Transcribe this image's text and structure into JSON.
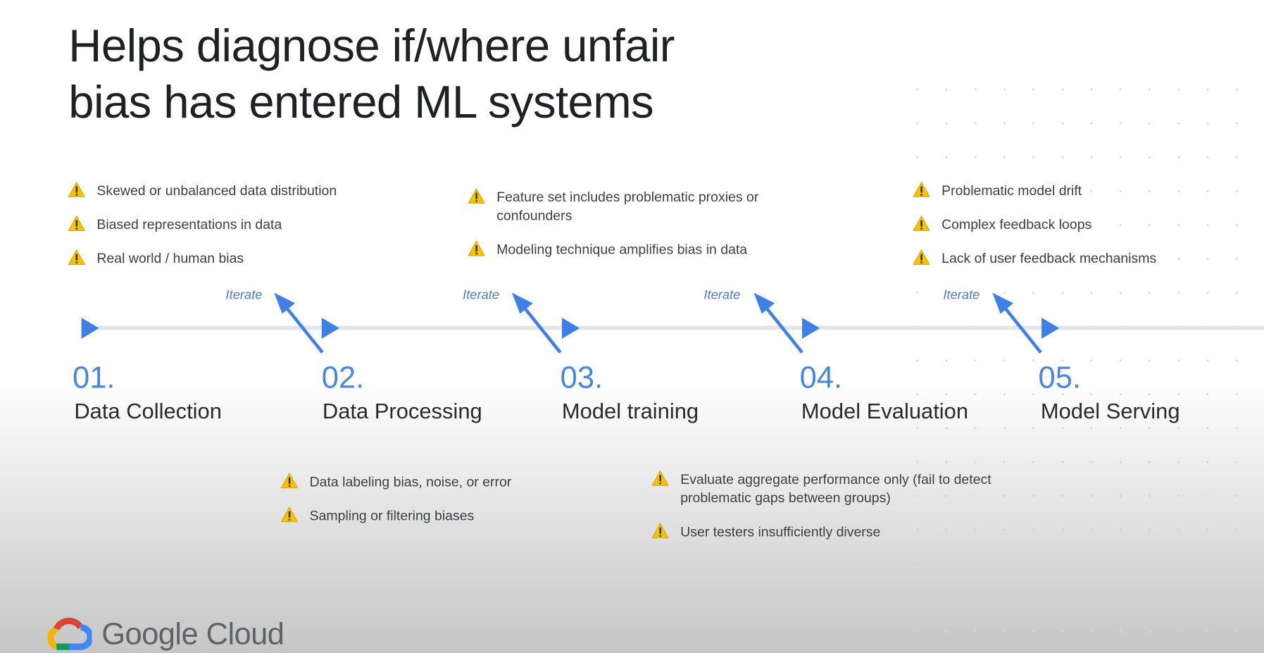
{
  "title": {
    "line1": "Helps diagnose if/where unfair",
    "line2": "bias has entered ML systems"
  },
  "stages": [
    {
      "number": "01.",
      "name": "Data Collection"
    },
    {
      "number": "02.",
      "name": "Data Processing"
    },
    {
      "number": "03.",
      "name": "Model training"
    },
    {
      "number": "04.",
      "name": "Model Evaluation"
    },
    {
      "number": "05.",
      "name": "Model Serving"
    }
  ],
  "iterate_label": "Iterate",
  "risks": {
    "data_collection": [
      "Skewed or unbalanced data distribution",
      "Biased representations in data",
      "Real world / human bias"
    ],
    "data_processing": [
      "Data labeling bias, noise, or error",
      "Sampling or filtering biases"
    ],
    "model_training": [
      "Feature set includes problematic proxies or confounders",
      "Modeling technique amplifies bias in data"
    ],
    "model_evaluation": [
      "Evaluate aggregate performance only (fail to detect problematic gaps between groups)",
      "User testers insufficiently diverse"
    ],
    "model_serving": [
      "Problematic model drift",
      "Complex feedback loops",
      "Lack of user feedback mechanisms"
    ]
  },
  "brand": {
    "name": "Google Cloud"
  },
  "colors": {
    "accent": "#3f80e6",
    "warning": "#f4c20d",
    "text": "#202124"
  }
}
